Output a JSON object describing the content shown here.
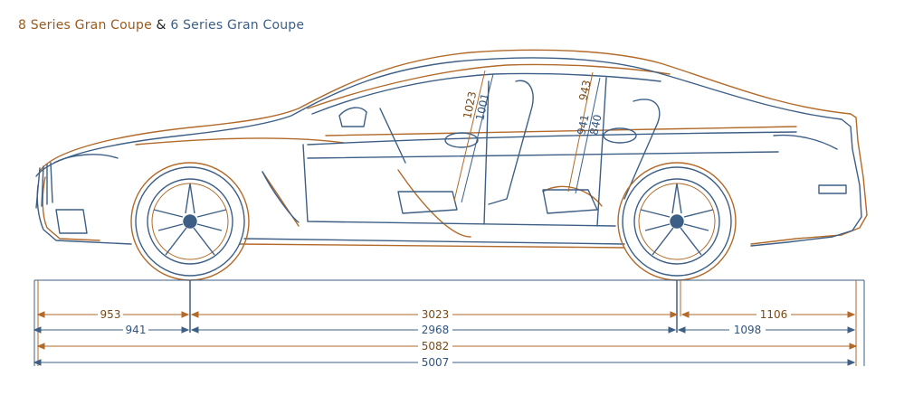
{
  "title": {
    "part_8": "8 Series Gran Coupe",
    "amp": "&",
    "part_6": "6 Series Gran Coupe"
  },
  "colors": {
    "series8": "#9a5a1e",
    "series6": "#3d5f86",
    "bg": "#ffffff"
  },
  "dimensions": {
    "front_overhang_8": "953",
    "front_overhang_6": "941",
    "wheelbase_8": "3023",
    "wheelbase_6": "2968",
    "rear_overhang_8": "1106",
    "rear_overhang_6": "1098",
    "length_8": "5082",
    "length_6": "5007",
    "front_headroom_8": "1023",
    "front_headroom_6": "1001",
    "rear_headroom_8": "943",
    "rear_headroom_6": "941",
    "rear_legroom_6": "840"
  }
}
